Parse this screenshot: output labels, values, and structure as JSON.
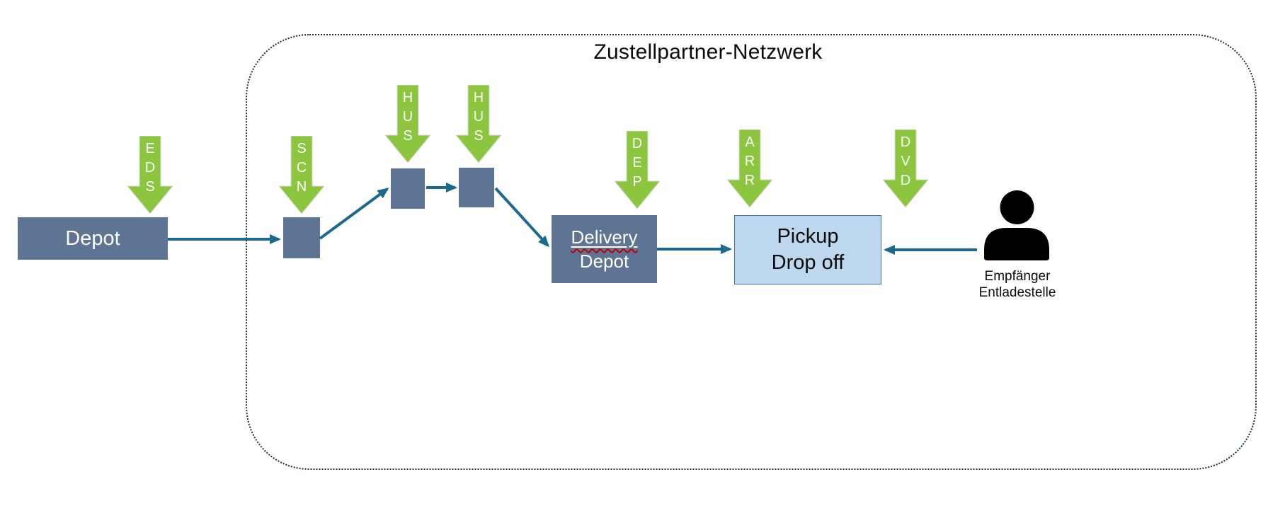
{
  "title": "Zustellpartner-Netzwerk",
  "colors": {
    "green": "#8CC63F",
    "arrow_edge": "#D9D9D9",
    "slate": "#5D7495",
    "pickup_fill": "#BDD7EE",
    "pickup_border": "#41719C",
    "line": "#1A6A8E",
    "dotted": "#17303F",
    "ink": "#0B0B0B",
    "light": "#FFFFFF",
    "squiggle": "#C00000"
  },
  "events": [
    {
      "code": "EDS",
      "letters": [
        "E",
        "D",
        "S"
      ]
    },
    {
      "code": "SCN",
      "letters": [
        "S",
        "C",
        "N"
      ]
    },
    {
      "code": "HUS",
      "letters": [
        "H",
        "U",
        "S"
      ]
    },
    {
      "code": "HUS",
      "letters": [
        "H",
        "U",
        "S"
      ]
    },
    {
      "code": "DEP",
      "letters": [
        "D",
        "E",
        "P"
      ]
    },
    {
      "code": "ARR",
      "letters": [
        "A",
        "R",
        "R"
      ]
    },
    {
      "code": "DVD",
      "letters": [
        "D",
        "V",
        "D"
      ]
    }
  ],
  "nodes": {
    "depot": {
      "label": "Depot"
    },
    "delivery_depot": {
      "line1": "Delivery",
      "line2": "Depot"
    },
    "pickup": {
      "line1": "Pickup",
      "line2": "Drop off"
    },
    "recipient": {
      "line1": "Empfänger",
      "line2": "Entladestelle",
      "icon": "person-icon"
    }
  }
}
